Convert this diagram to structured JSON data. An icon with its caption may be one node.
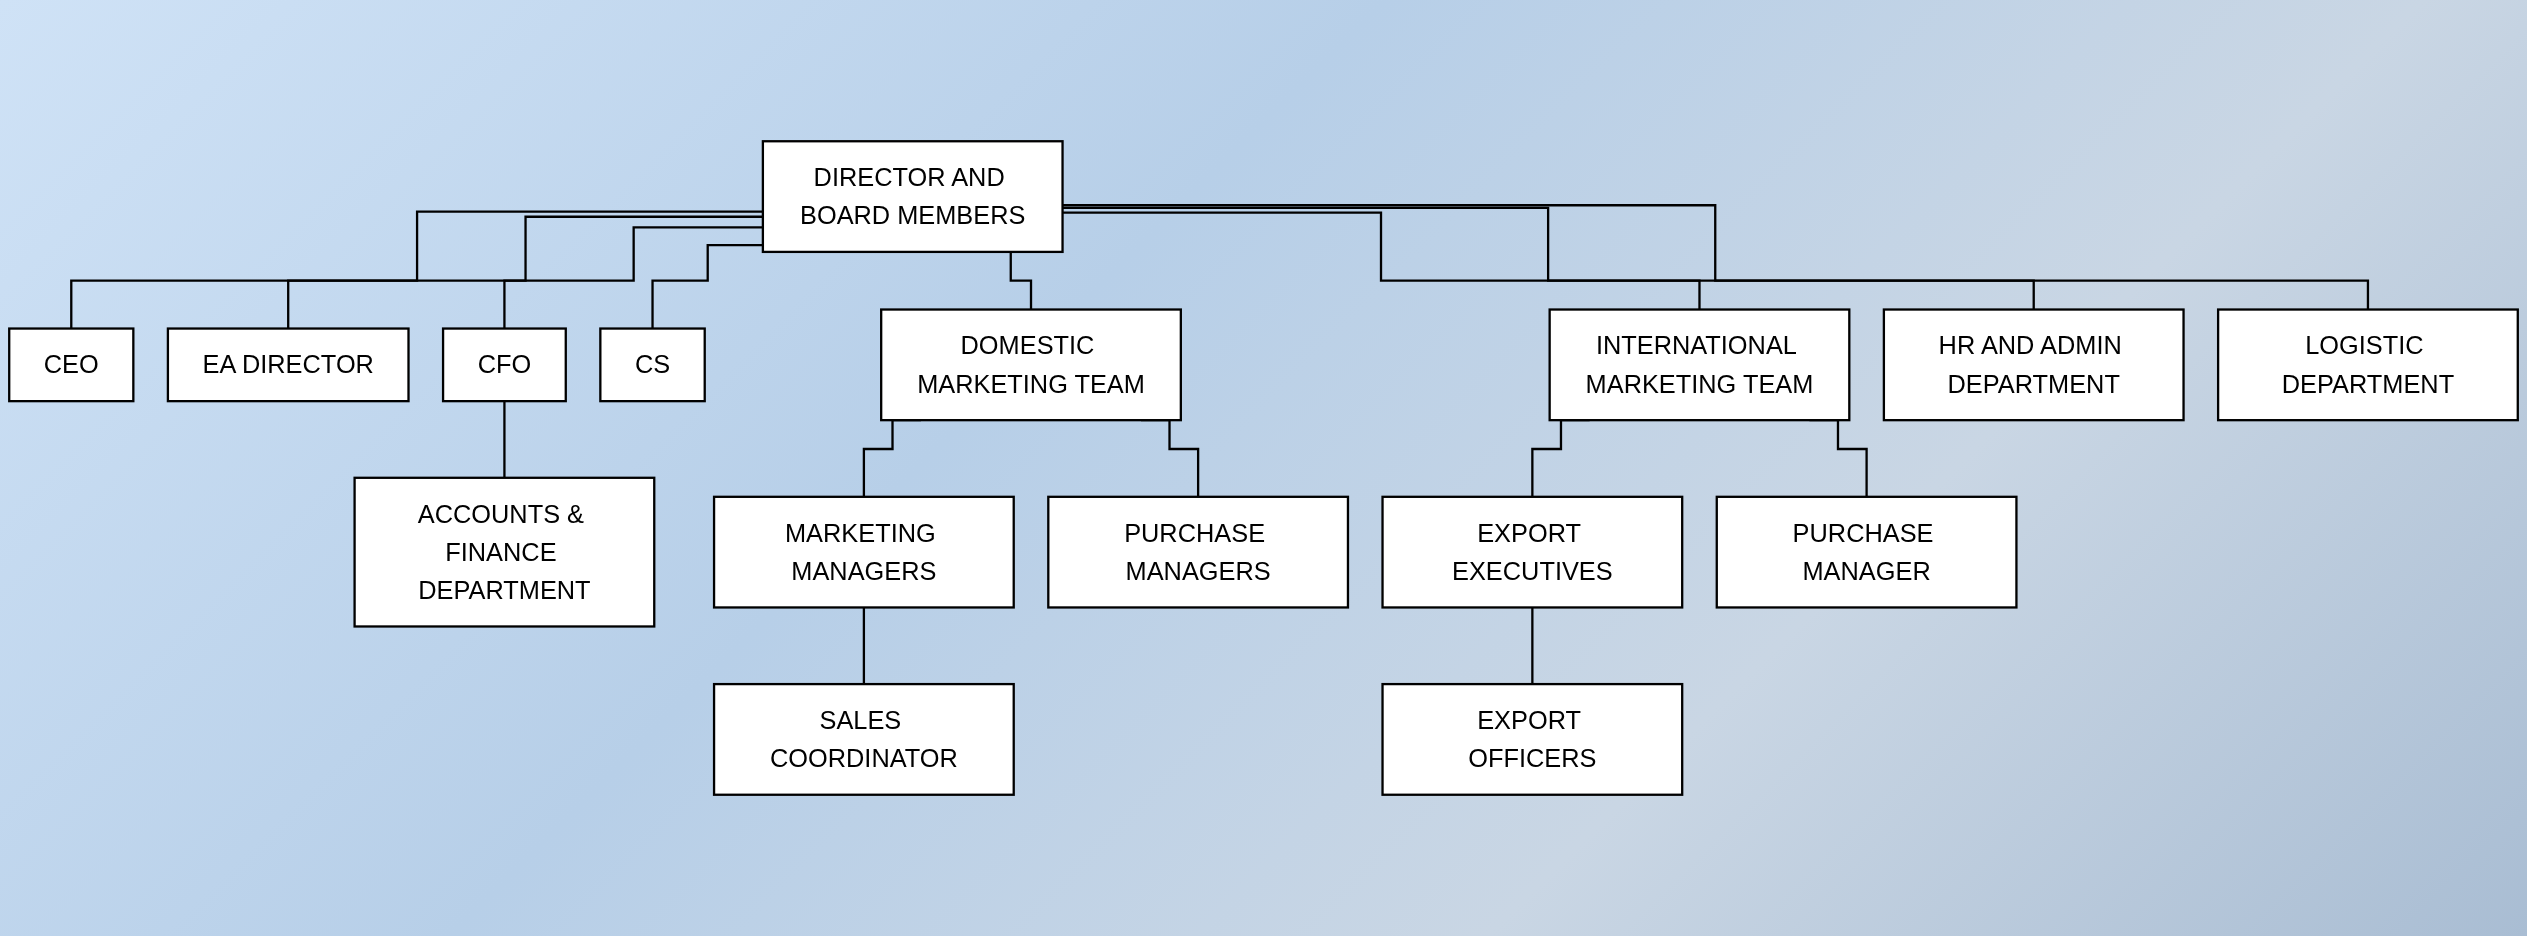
{
  "diagram": {
    "nodes": [
      {
        "text": [
          "DIRECTOR AND BOARD MEMBERS"
        ]
      },
      {
        "text": [
          "CEO"
        ]
      },
      {
        "text": [
          "EA DIRECTOR"
        ]
      },
      {
        "text": [
          "CFO"
        ]
      },
      {
        "text": [
          "CS"
        ]
      },
      {
        "text": [
          "DOMESTIC MARKETING TEAM"
        ]
      },
      {
        "text": [
          "INTERNATIONAL MARKETING TEAM"
        ]
      },
      {
        "text": [
          "HR AND ADMIN DEPARTMENT"
        ]
      },
      {
        "text": [
          "LOGISTIC DEPARTMENT"
        ]
      },
      {
        "text": [
          "ACCOUNTS & FINANCE DEPARTMENT"
        ]
      },
      {
        "text": [
          "MARKETING MANAGERS"
        ]
      },
      {
        "text": [
          "PURCHASE MANAGERS"
        ]
      },
      {
        "text": [
          "EXPORT EXECUTIVES"
        ]
      },
      {
        "text": [
          "PURCHASE MANAGER"
        ]
      },
      {
        "text": [
          "SALES COORDINATOR"
        ]
      },
      {
        "text": [
          "EXPORT OFFICERS"
        ]
      }
    ],
    "edges": [
      {
        "from": 0,
        "to": 1,
        "arrow": "none"
      },
      {
        "from": 0,
        "to": 2,
        "arrow": "none"
      },
      {
        "from": 0,
        "to": 3,
        "arrow": "none"
      },
      {
        "from": 0,
        "to": 4,
        "arrow": "none"
      },
      {
        "from": 0,
        "to": 5,
        "arrow": "none"
      },
      {
        "from": 0,
        "to": 6,
        "arrow": "none"
      },
      {
        "from": 0,
        "to": 7,
        "arrow": "none"
      },
      {
        "from": 0,
        "to": 8,
        "arrow": "none"
      },
      {
        "from": 3,
        "to": 9,
        "arrow": "none"
      },
      {
        "from": 5,
        "to": 10,
        "arrow": "none"
      },
      {
        "from": 5,
        "to": 11,
        "arrow": "none"
      },
      {
        "from": 10,
        "to": 14,
        "arrow": "none"
      },
      {
        "from": 6,
        "to": 12,
        "arrow": "none"
      },
      {
        "from": 6,
        "to": 13,
        "arrow": "none"
      },
      {
        "from": 12,
        "to": 15,
        "arrow": "none"
      }
    ]
  }
}
